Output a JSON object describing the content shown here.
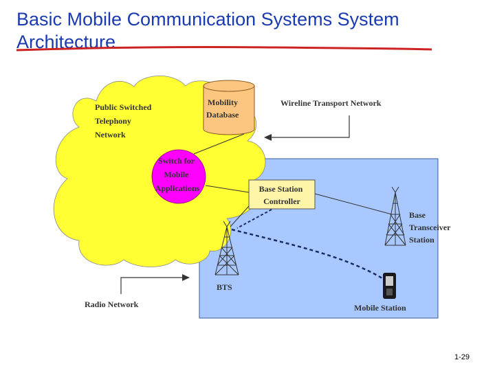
{
  "slide": {
    "title_line1": "Basic Mobile Communication Systems System",
    "title_line2": "Architecture",
    "slide_number": "1-29"
  },
  "diagram": {
    "pstn_label": [
      "Public Switched",
      "Telephony",
      "Network"
    ],
    "mobility_db_label": [
      "Mobility",
      "Database"
    ],
    "wireline_label": "Wireline Transport Network",
    "switch_label": [
      "Switch for",
      "Mobile",
      "Applications"
    ],
    "bsc_label": [
      "Base Station",
      "Controller"
    ],
    "bts_left_label": "BTS",
    "bts_right_label": [
      "Base",
      "Transceiver",
      "Station"
    ],
    "mobile_station_label": "Mobile Station",
    "radio_network_label": "Radio Network",
    "colors": {
      "title": "#1a3bb0",
      "cloud": "#ffff33",
      "radio_area": "#a8c8ff",
      "database": "#fcc680",
      "switch": "#ff00ff",
      "bsc": "#fff5a8",
      "underline": "#cc2222"
    }
  }
}
